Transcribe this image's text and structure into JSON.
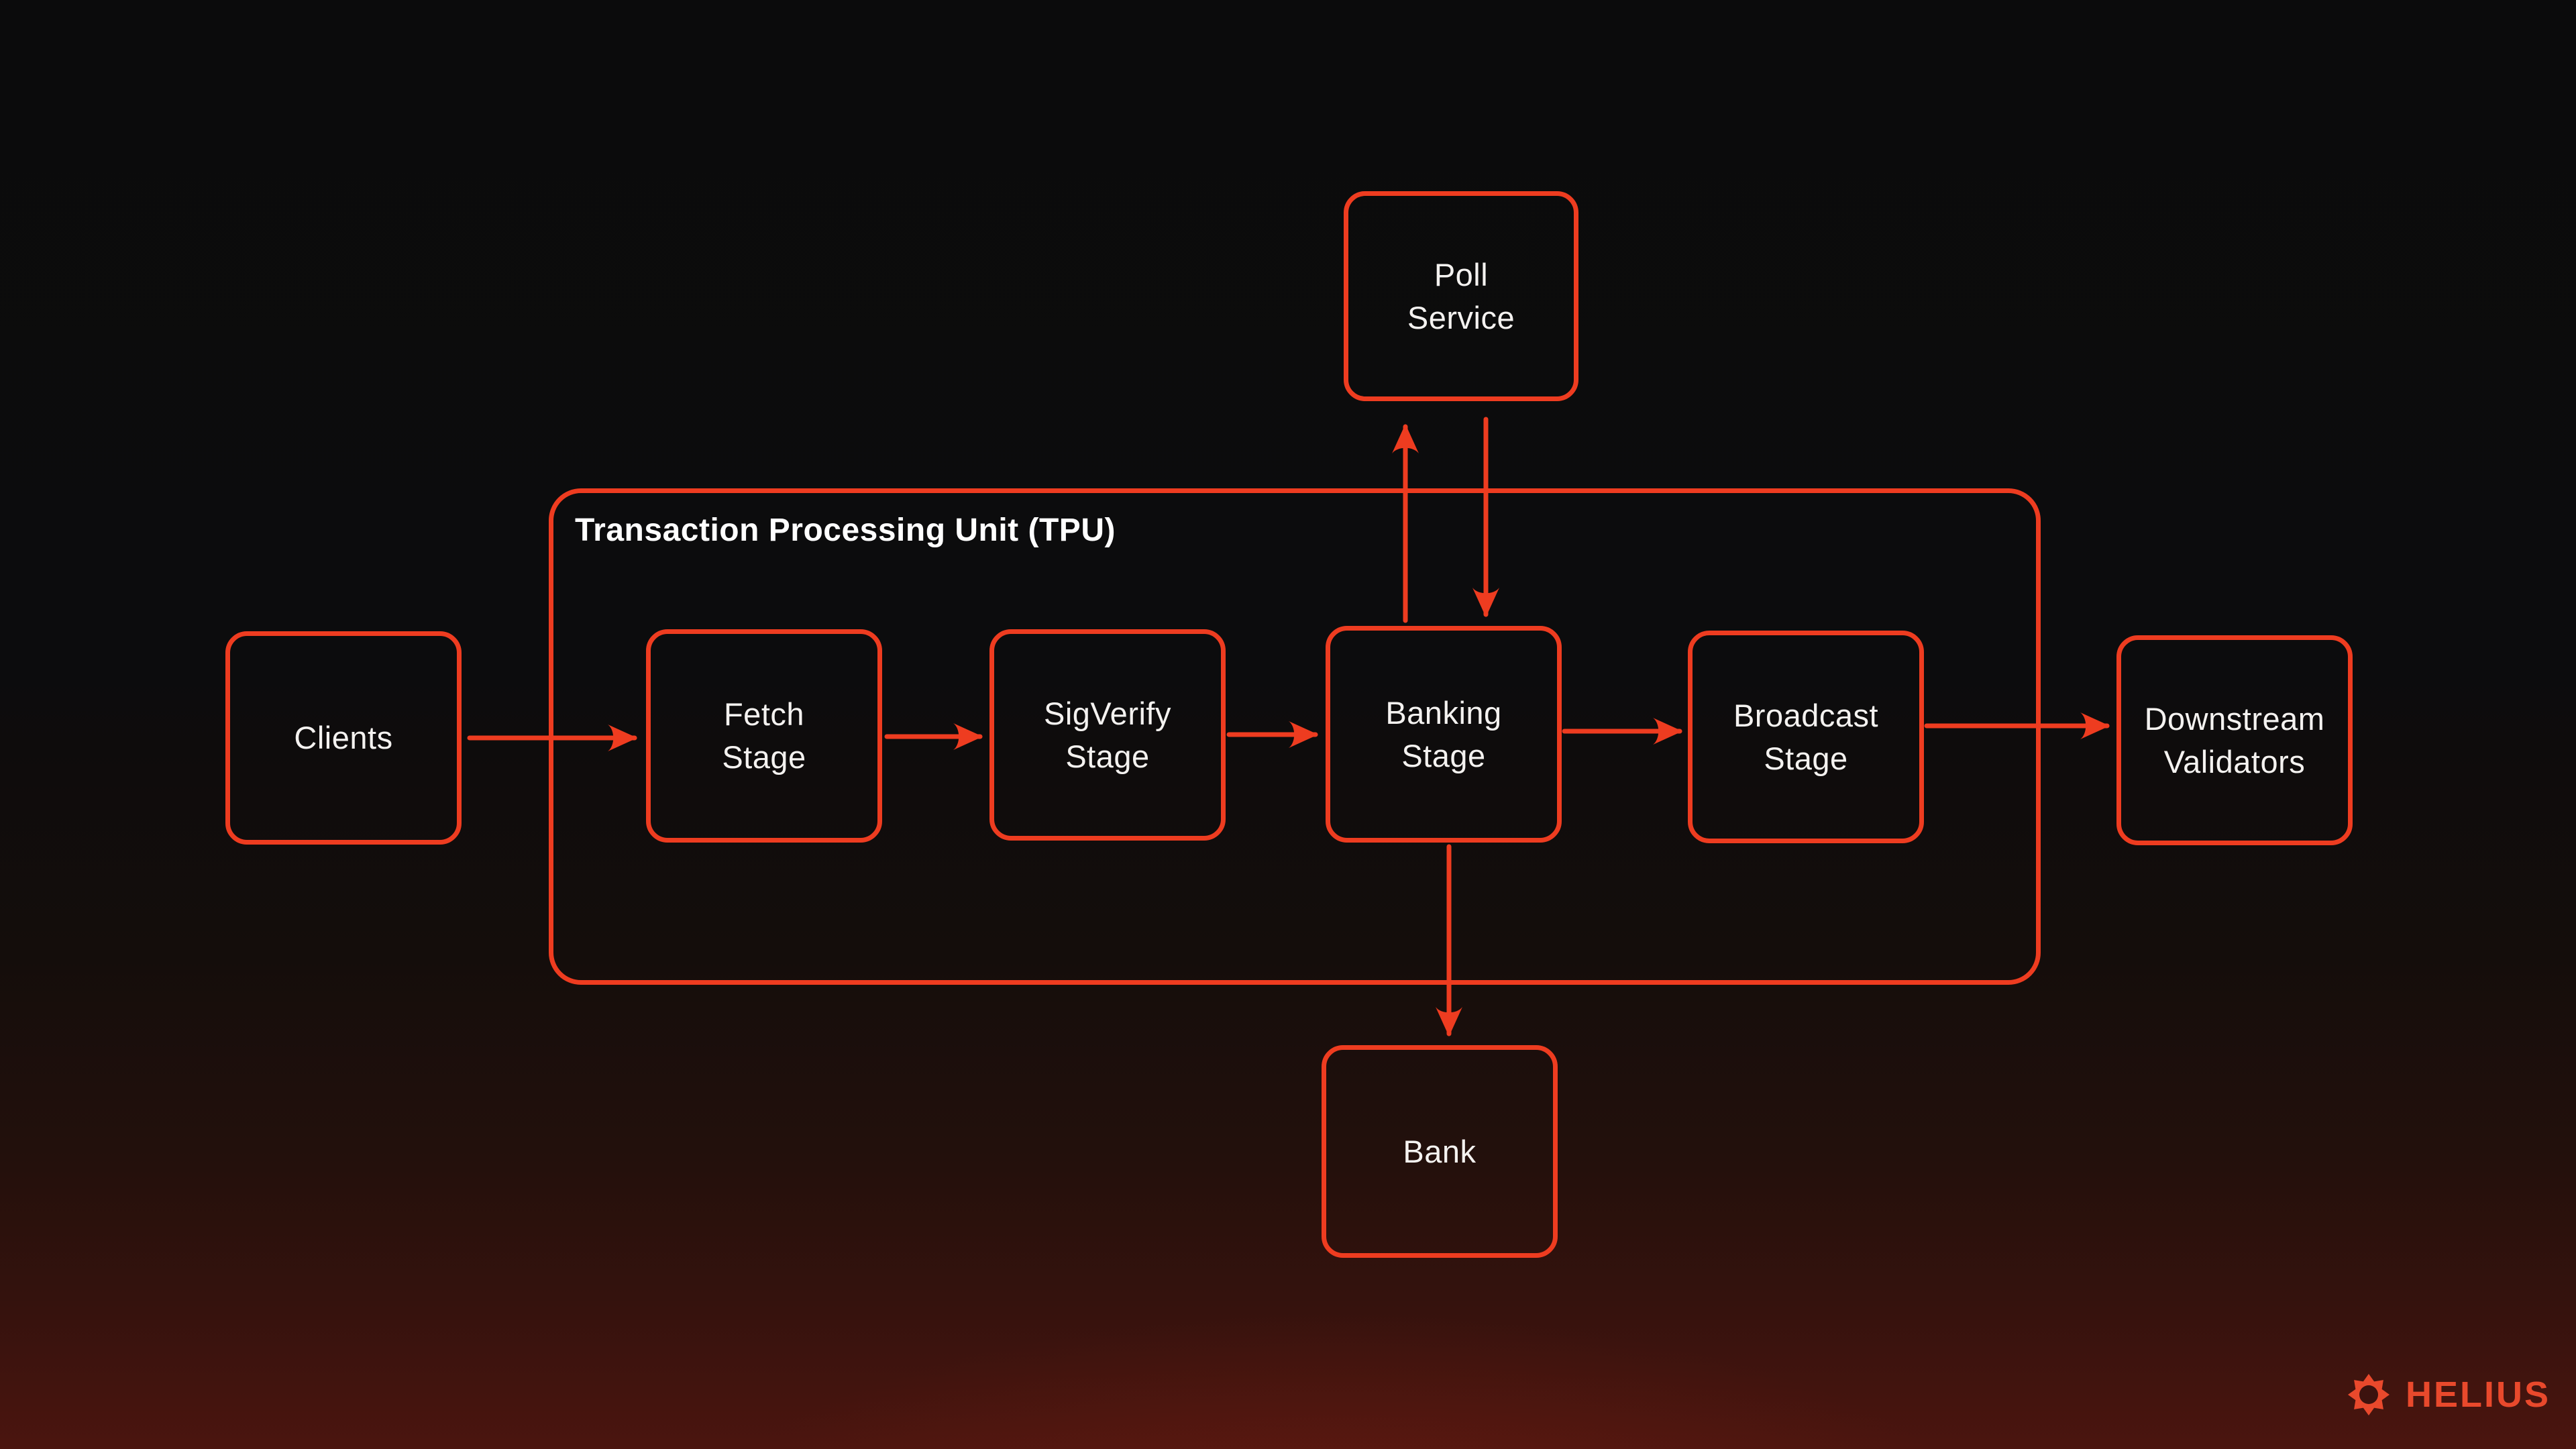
{
  "diagram": {
    "title": "Transaction Processing Unit (TPU)",
    "container": {
      "label": "Transaction Processing Unit (TPU)",
      "contains": [
        "Fetch Stage",
        "SigVerify Stage",
        "Banking Stage",
        "Broadcast Stage"
      ]
    },
    "nodes": {
      "clients": {
        "label": "Clients"
      },
      "fetch": {
        "line1": "Fetch",
        "line2": "Stage"
      },
      "sigverify": {
        "line1": "SigVerify",
        "line2": "Stage"
      },
      "banking": {
        "line1": "Banking",
        "line2": "Stage"
      },
      "broadcast": {
        "line1": "Broadcast",
        "line2": "Stage"
      },
      "downstream": {
        "line1": "Downstream",
        "line2": "Validators"
      },
      "poll": {
        "line1": "Poll",
        "line2": "Service"
      },
      "bank": {
        "label": "Bank"
      }
    },
    "edges": [
      {
        "from": "Clients",
        "to": "Fetch Stage"
      },
      {
        "from": "Fetch Stage",
        "to": "SigVerify Stage"
      },
      {
        "from": "SigVerify Stage",
        "to": "Banking Stage"
      },
      {
        "from": "Banking Stage",
        "to": "Broadcast Stage"
      },
      {
        "from": "Broadcast Stage",
        "to": "Downstream Validators"
      },
      {
        "from": "Banking Stage",
        "to": "Poll Service"
      },
      {
        "from": "Poll Service",
        "to": "Banking Stage"
      },
      {
        "from": "Banking Stage",
        "to": "Bank"
      }
    ],
    "colors": {
      "accent": "#ee3c20",
      "text": "#f4f2f0",
      "background_top": "#0c0c0d",
      "background_bottom": "#4b150f",
      "brand": "#e9492c"
    }
  },
  "footer": {
    "brand": "HELIUS",
    "icon": "helius-sun-icon"
  }
}
